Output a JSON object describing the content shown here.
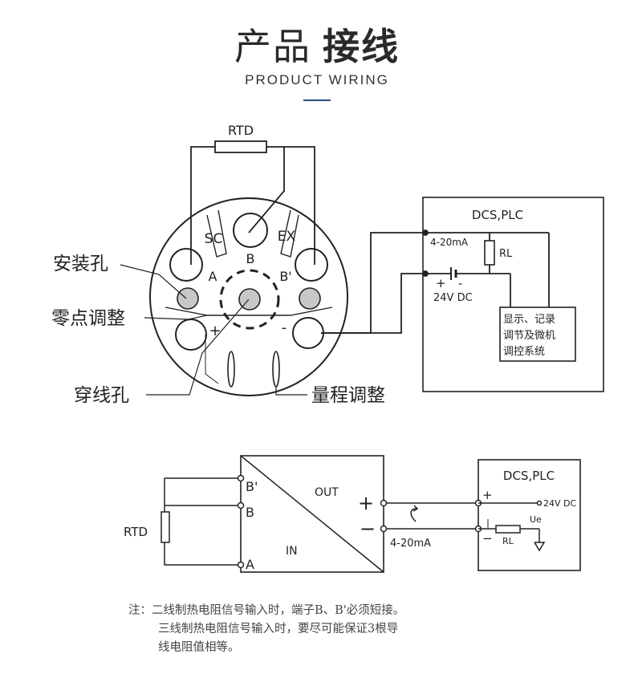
{
  "header": {
    "title_prefix": "产品",
    "title_main": "接线",
    "subtitle": "PRODUCT WIRING"
  },
  "top_diagram": {
    "rtd_label": "RTD",
    "terminals": {
      "sc": "SC",
      "ex": "EX",
      "b": "B",
      "a": "A",
      "b_prime": "B'",
      "plus": "+",
      "minus": "-"
    },
    "callouts": {
      "mounting_hole": "安装孔",
      "zero_adjust": "零点调整",
      "wire_hole": "穿线孔",
      "span_adjust": "量程调整"
    },
    "dcs_box": {
      "title": "DCS,PLC",
      "current": "4-20mA",
      "rl": "RL",
      "supply_plus": "+",
      "supply_minus": "-",
      "supply": "24V DC",
      "system_lines": [
        "显示、记录",
        "调节及微机",
        "调控系统"
      ]
    }
  },
  "bottom_diagram": {
    "rtd_label": "RTD",
    "terminals": [
      "B'",
      "B",
      "A"
    ],
    "out_label": "OUT",
    "in_label": "IN",
    "plus": "+",
    "minus": "−",
    "current": "4-20mA",
    "dcs_title": "DCS,PLC",
    "dcs_plus": "+",
    "dcs_minus": "−",
    "supply": "24V DC",
    "ue": "Ue",
    "rl": "RL"
  },
  "notes": {
    "prefix": "注：",
    "line1": "二线制热电阻信号输入时，端子B、B'必须短接。",
    "line2": "三线制热电阻信号输入时，要尽可能保证3根导",
    "line3": "线电阻值相等。"
  }
}
